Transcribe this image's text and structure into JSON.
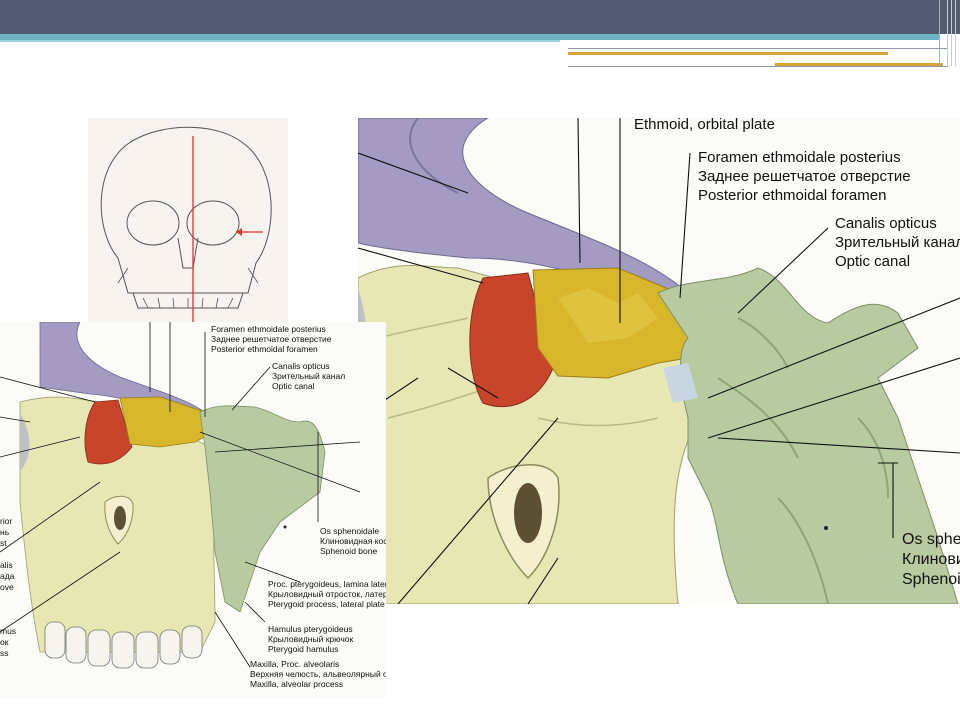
{
  "top_labels": {
    "ethmoid": "Ethmoid, orbital plate",
    "foramen": [
      "Foramen ethmoidale posterius",
      "Заднее решетчатое отверстие",
      "Posterior ethmoidal foramen"
    ],
    "optic": [
      "Canalis opticus",
      "Зрительный канал",
      "Optic canal"
    ],
    "sphenoid": [
      "Os sphenoidale",
      "Клиновидная кость",
      "Sphenoid bone"
    ]
  },
  "small_labels": {
    "foramen": [
      "Foramen ethmoidale posterius",
      "Заднее решетчатое отверстие",
      "Posterior ethmoidal foramen"
    ],
    "optic": [
      "Canalis opticus",
      "Зрительный канал",
      "Optic canal"
    ],
    "sphenoid": [
      "Os sphenoidale",
      "Клиновидная кость",
      "Sphenoid bone"
    ],
    "pterygoid": [
      "Proc. pterygoideus, lamina lateralis",
      "Крыловидный отросток, латеральная пластинка",
      "Pterygoid process, lateral plate"
    ],
    "hamulus": [
      "Hamulus pterygoideus",
      "Крыловидный крючок",
      "Pterygoid hamulus"
    ],
    "maxilla": [
      "Maxilla, Proc. alveolaris",
      "Верхняя челюсть, альвеолярный отросток",
      "Maxilla, alveolar process"
    ],
    "left_edge": [
      "rior",
      "нь",
      "st",
      "alis",
      "ада",
      "ove",
      "mus",
      "ок",
      "ss"
    ]
  },
  "colors": {
    "header": "#535c6f",
    "accent_teal": "#6fb3c5",
    "accent_gold": "#d5a33a",
    "bone_yellow": "#e6e7b3",
    "bone_green": "#b8cba0",
    "bone_purple": "#a39bc2",
    "lacrimal_red": "#c8452c",
    "ethmoid_gold": "#d8b62c"
  }
}
